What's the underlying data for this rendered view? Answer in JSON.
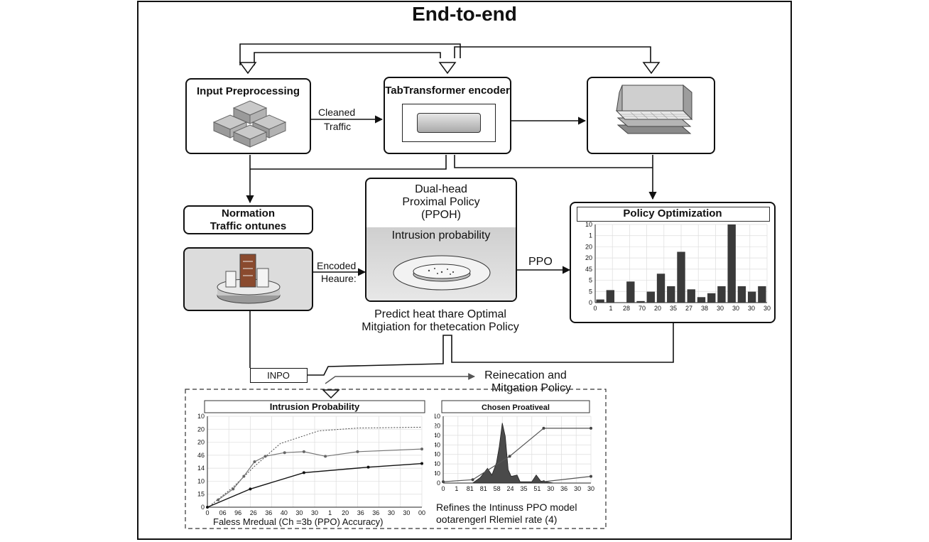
{
  "title": "End-to-end",
  "boxes": {
    "input": {
      "label": "Input Preprocessing"
    },
    "encoder": {
      "label": "TabTransformer encoder"
    },
    "normation": {
      "line1": "Normation",
      "line2": "Traffic ontunes"
    },
    "ppo": {
      "line1": "Dual-head",
      "line2": "Proximal Policy",
      "line3": "(PPOH)",
      "sub": "Intrusion probability"
    },
    "policy": {
      "label": "Policy Optimization"
    },
    "inpo": {
      "label": "INPO"
    }
  },
  "edges": {
    "cleaned1": "Cleaned",
    "cleaned2": "Traffic",
    "encoded1": "Encoded",
    "encoded2": "Heaure:",
    "ppo": "PPO",
    "predict1": "Predict heat thare Optimal",
    "predict2": "Mitgiation for thetecation Policy",
    "reino1": "Reinecation and",
    "reino2": "Mitgation Policy"
  },
  "bottom": {
    "caption_left": "Faless Mredual (Ch =3b (PPO) Accuracy)",
    "caption_right1": "Refines the Intinuss PPO model",
    "caption_right2": "ootarengerl Rlemiel rate (4)"
  },
  "icons": [
    "server-cubes-icon",
    "encoder-panel-icon",
    "layered-tray-icon",
    "city-disk-icon",
    "petri-dish-icon"
  ],
  "chart_data": [
    {
      "type": "bar",
      "title": "Policy Optimization",
      "y_ticks": [
        "10",
        "1",
        "20",
        "20",
        "45",
        "5",
        "5",
        "0"
      ],
      "x_ticks": [
        "0",
        "1",
        "28",
        "70",
        "20",
        "35",
        "27",
        "38",
        "30",
        "30",
        "30",
        "30"
      ],
      "values": [
        0.04,
        0.16,
        0.0,
        0.27,
        0.02,
        0.14,
        0.37,
        0.21,
        0.65,
        0.17,
        0.07,
        0.12,
        0.21,
        1.0,
        0.21,
        0.14,
        0.21
      ],
      "value_unit": "fraction of plot height (axis unreadable)",
      "grid": true
    },
    {
      "type": "line",
      "title": "Intrusion Probability",
      "y_ticks": [
        "10",
        "20",
        "20",
        "46",
        "14",
        "10",
        "15",
        "0"
      ],
      "x_ticks": [
        "0",
        "06",
        "96",
        "26",
        "36",
        "40",
        "30",
        "30",
        "1",
        "20",
        "36",
        "36",
        "30",
        "30",
        "00"
      ],
      "series": [
        {
          "style": "dotted",
          "points": [
            [
              0.02,
              0.03
            ],
            [
              0.12,
              0.22
            ],
            [
              0.22,
              0.45
            ],
            [
              0.34,
              0.7
            ],
            [
              0.52,
              0.84
            ],
            [
              0.7,
              0.87
            ],
            [
              1.0,
              0.88
            ]
          ]
        },
        {
          "style": "gray",
          "points": [
            [
              0.05,
              0.08
            ],
            [
              0.12,
              0.2
            ],
            [
              0.17,
              0.34
            ],
            [
              0.22,
              0.5
            ],
            [
              0.27,
              0.56
            ],
            [
              0.36,
              0.6
            ],
            [
              0.45,
              0.61
            ],
            [
              0.55,
              0.56
            ],
            [
              0.7,
              0.61
            ],
            [
              1.0,
              0.64
            ]
          ]
        },
        {
          "style": "black",
          "points": [
            [
              0.0,
              0.0
            ],
            [
              0.2,
              0.2
            ],
            [
              0.45,
              0.38
            ],
            [
              0.75,
              0.44
            ],
            [
              1.0,
              0.48
            ]
          ]
        }
      ],
      "grid": true
    },
    {
      "type": "area",
      "title": "Chosen Proativeal",
      "y_ticks": [
        "10",
        "20",
        "40",
        "40",
        "40",
        "40",
        "40",
        "0"
      ],
      "x_ticks": [
        "0",
        "1",
        "81",
        "81",
        "58",
        "24",
        "35",
        "51",
        "30",
        "36",
        "30",
        "30"
      ],
      "series": [
        {
          "style": "area",
          "points": [
            [
              0.0,
              0.0
            ],
            [
              0.2,
              0.0
            ],
            [
              0.25,
              0.08
            ],
            [
              0.3,
              0.22
            ],
            [
              0.33,
              0.12
            ],
            [
              0.36,
              0.3
            ],
            [
              0.38,
              0.55
            ],
            [
              0.4,
              0.9
            ],
            [
              0.42,
              0.7
            ],
            [
              0.44,
              0.2
            ],
            [
              0.46,
              0.1
            ],
            [
              0.5,
              0.12
            ],
            [
              0.52,
              0.02
            ],
            [
              0.6,
              0.02
            ],
            [
              0.63,
              0.12
            ],
            [
              0.66,
              0.03
            ],
            [
              0.75,
              0.0
            ],
            [
              1.0,
              0.0
            ]
          ]
        },
        {
          "style": "line",
          "points": [
            [
              0.0,
              0.02
            ],
            [
              0.2,
              0.05
            ],
            [
              0.45,
              0.4
            ],
            [
              0.68,
              0.82
            ],
            [
              1.0,
              0.82
            ]
          ]
        },
        {
          "style": "line",
          "points": [
            [
              0.68,
              0.02
            ],
            [
              1.0,
              0.1
            ]
          ]
        }
      ],
      "grid": true
    }
  ]
}
